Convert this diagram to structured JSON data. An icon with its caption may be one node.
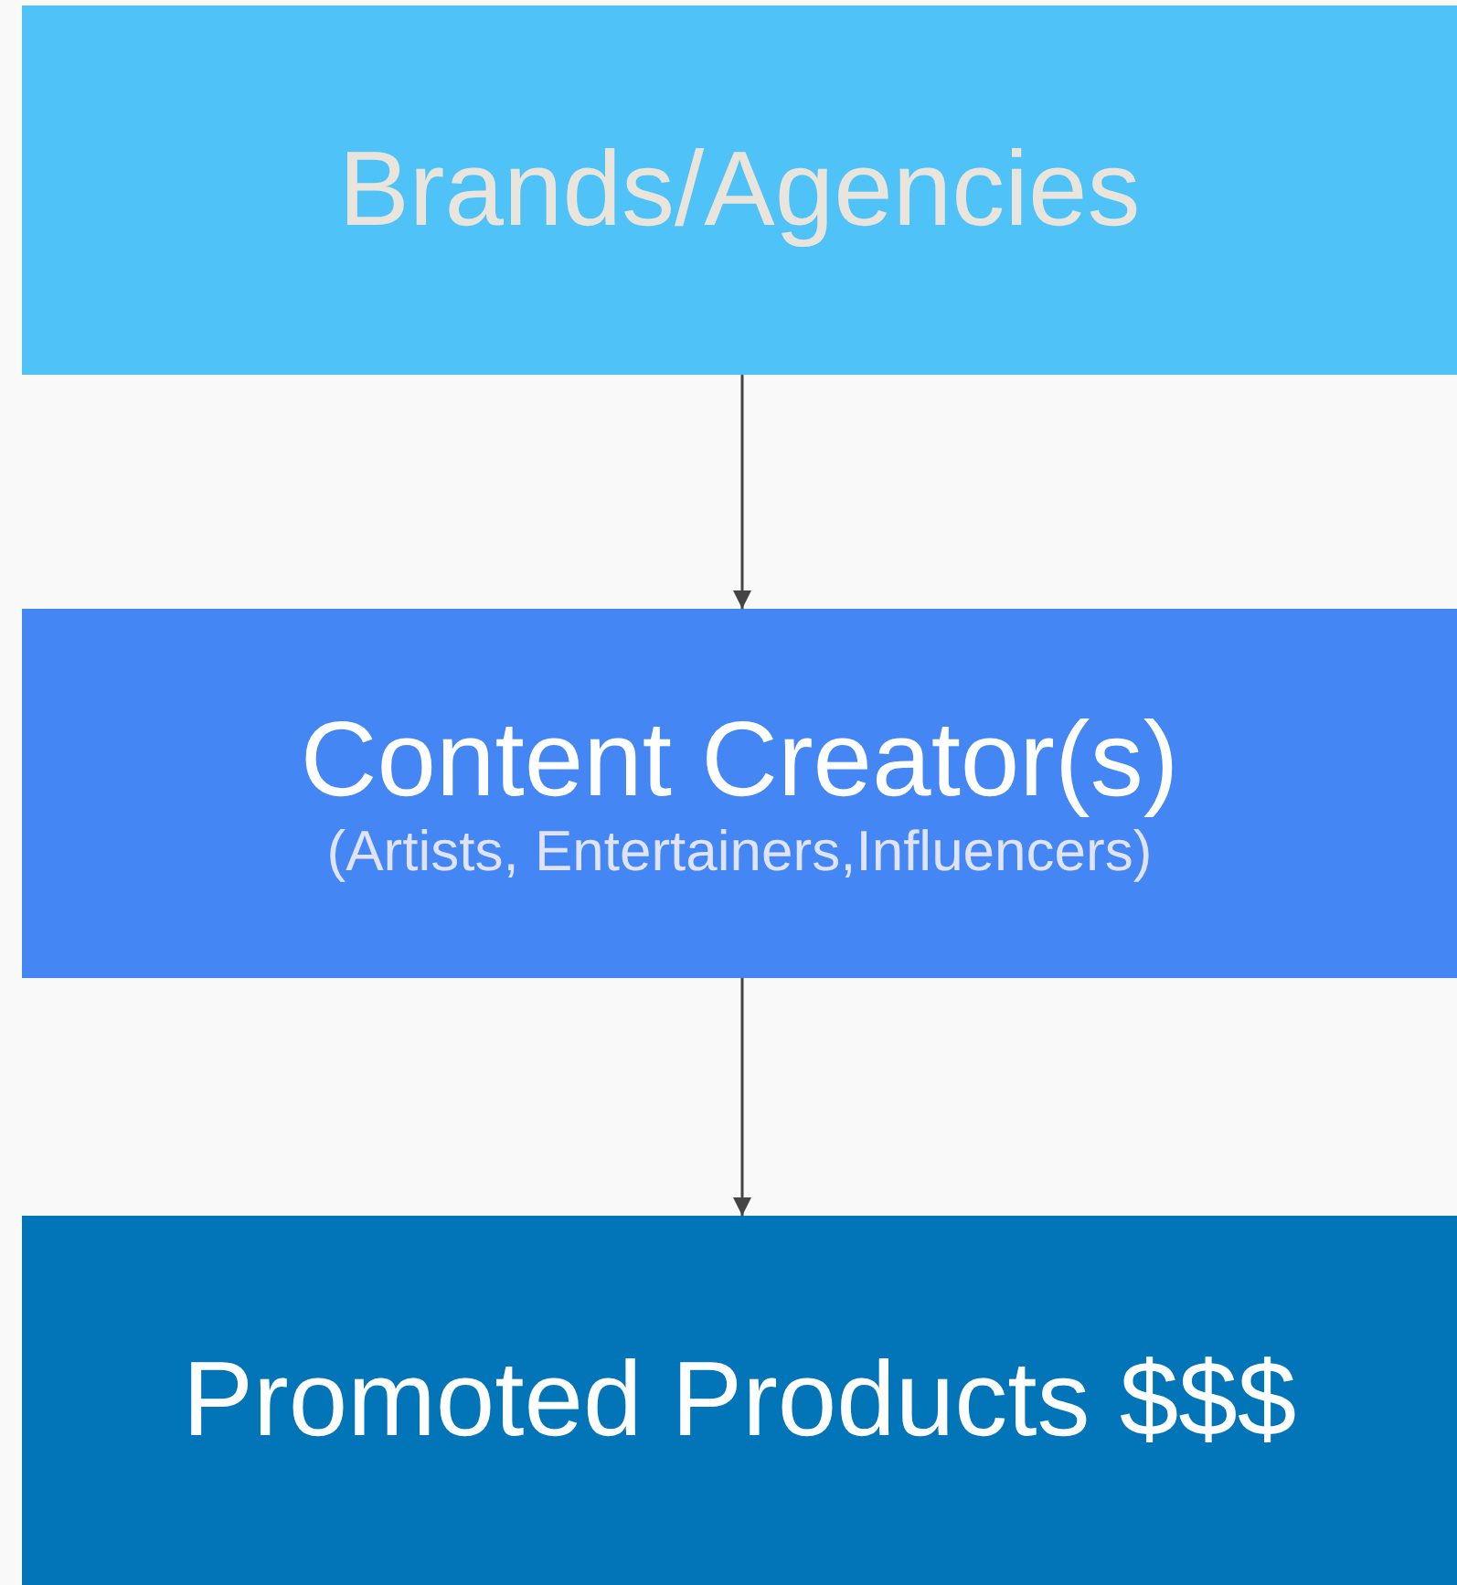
{
  "diagram": {
    "nodes": [
      {
        "text": [
          "Brands/Agencies"
        ]
      },
      {
        "text": [
          "Content Creator(s)",
          "(Artists, Entertainers,Influencers)"
        ]
      },
      {
        "text": [
          "Promoted Products $$$"
        ]
      }
    ],
    "edges": [
      {
        "from": 0,
        "to": 1,
        "arrow": "to"
      },
      {
        "from": 1,
        "to": 2,
        "arrow": "to"
      }
    ]
  }
}
